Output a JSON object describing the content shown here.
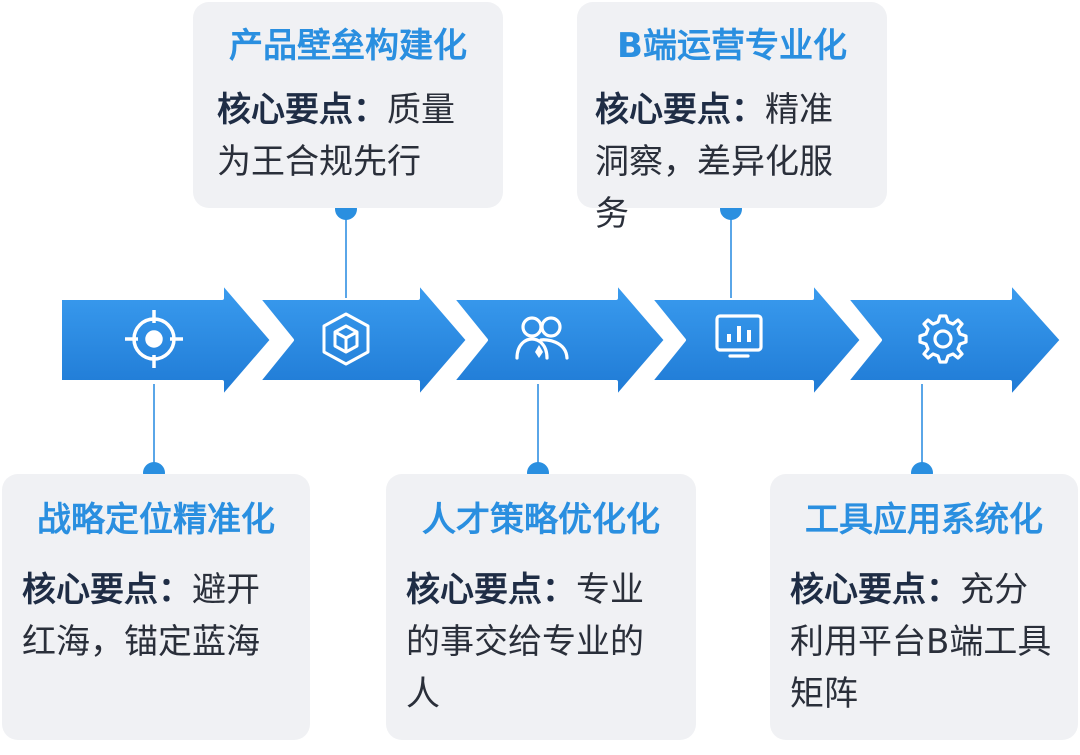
{
  "colors": {
    "accent": "#2a8fe0",
    "card_bg": "#f0f1f4",
    "text": "#2a2f3a",
    "key_text": "#1f2d45"
  },
  "stages": [
    {
      "icon": "target-icon",
      "title": "战略定位精准化",
      "key_label": "核心要点：",
      "key_text": "避开红海，锚定蓝海"
    },
    {
      "icon": "cube-icon",
      "title": "产品壁垒构建化",
      "key_label": "核心要点：",
      "key_text": "质量为王合规先行"
    },
    {
      "icon": "people-icon",
      "title": "人才策略优化化",
      "key_label": "核心要点：",
      "key_text": "专业的事交给专业的人"
    },
    {
      "icon": "chart-monitor-icon",
      "title": "B端运营专业化",
      "key_label": "核心要点：",
      "key_text": "精准洞察，差异化服务"
    },
    {
      "icon": "gear-icon",
      "title": "工具应用系统化",
      "key_label": "核心要点：",
      "key_text": "充分利用平台B端工具矩阵"
    }
  ]
}
